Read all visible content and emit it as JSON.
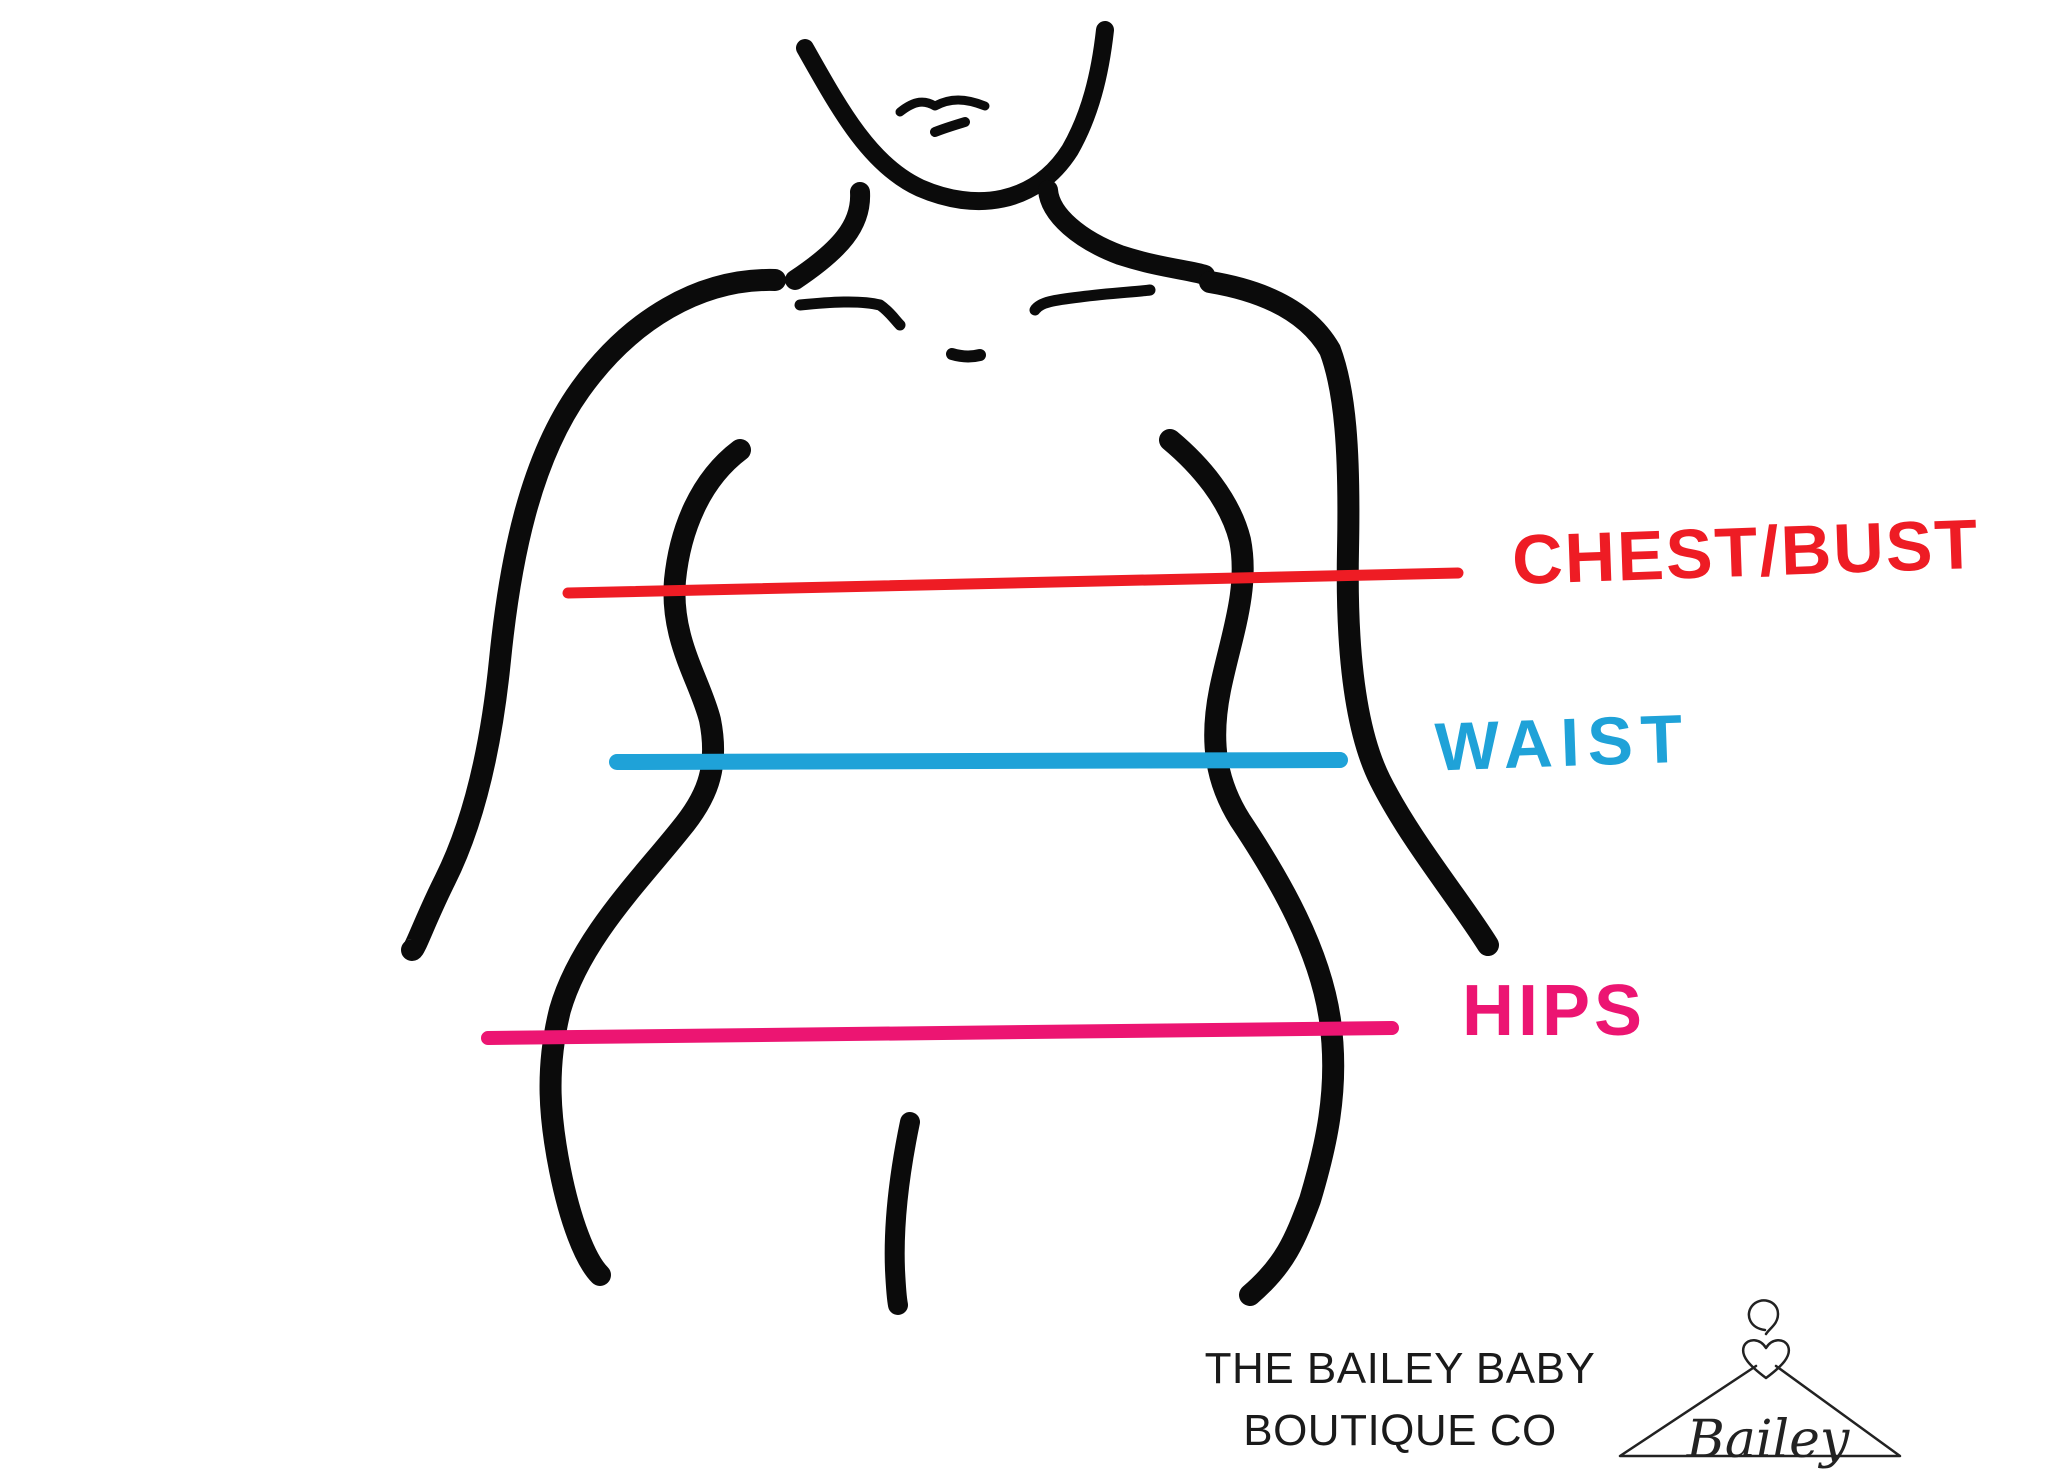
{
  "measurements": [
    {
      "key": "chest",
      "label": "CHEST/BUST",
      "color": "#ee1c24"
    },
    {
      "key": "waist",
      "label": "WAIST",
      "color": "#1fa2d8"
    },
    {
      "key": "hips",
      "label": "HIPS",
      "color": "#ec1572"
    }
  ],
  "brand": {
    "line1": "THE BAILEY BABY",
    "line2": "BOUTIQUE CO",
    "logo_word": "Bailey",
    "logo_icon": "hanger-heart-icon"
  }
}
